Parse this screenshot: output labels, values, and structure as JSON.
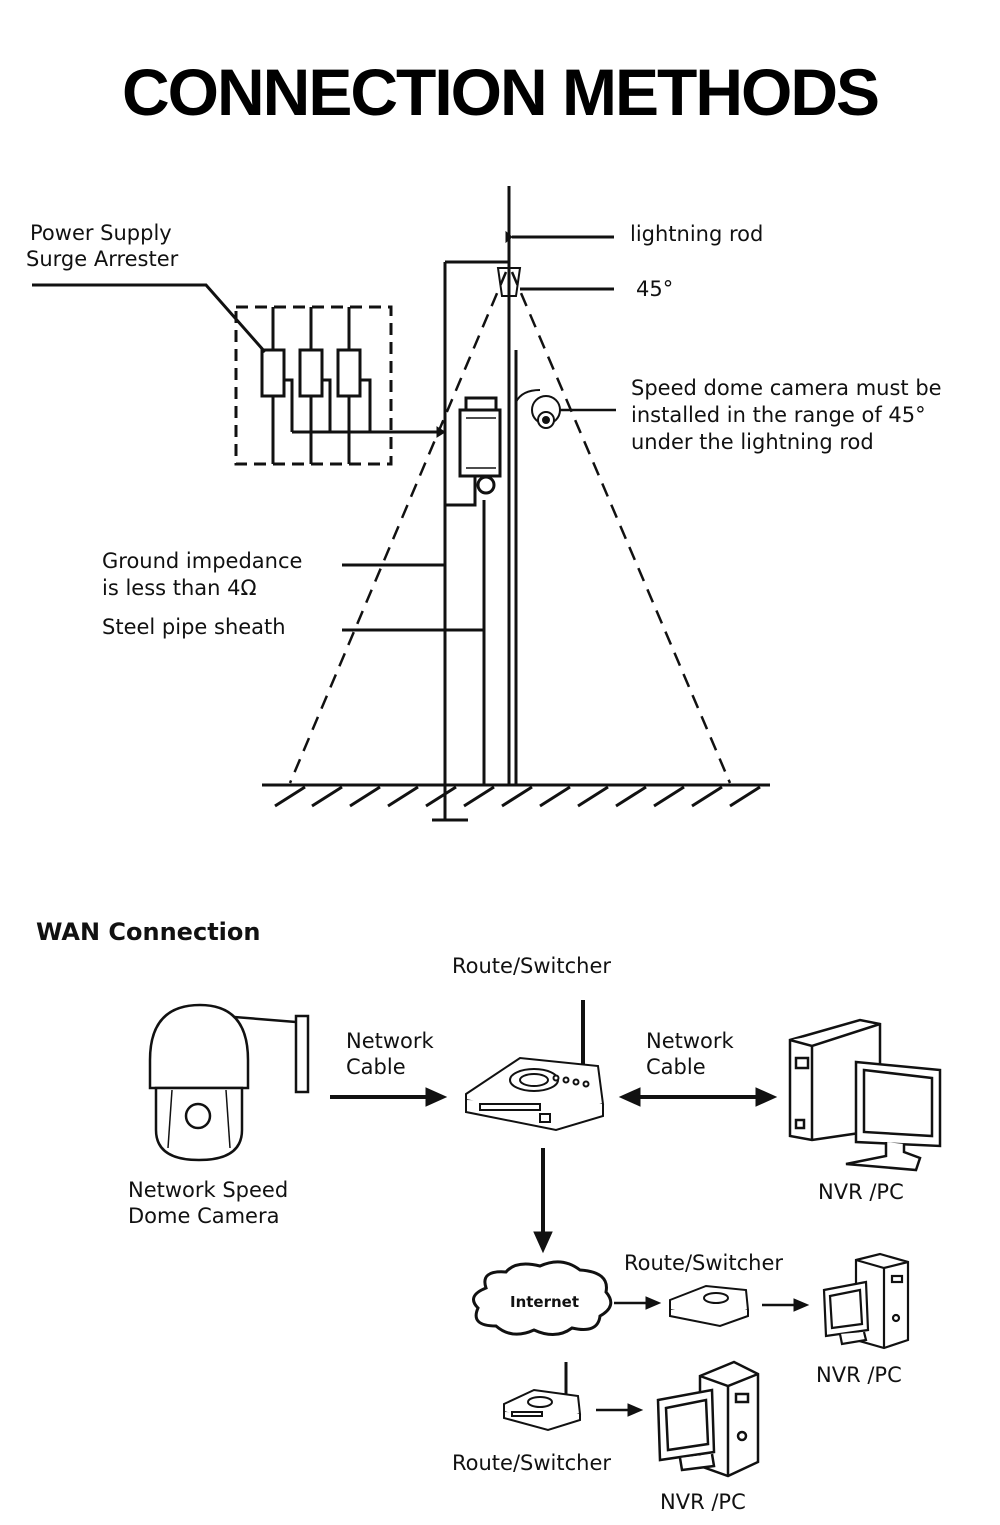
{
  "title": "CONNECTION METHODS",
  "lightning": {
    "surge_arrester_line1": "Power Supply",
    "surge_arrester_line2": "Surge Arrester",
    "lightning_rod": "lightning rod",
    "angle": "45°",
    "camera_note_line1": "Speed dome camera must be",
    "camera_note_line2": "installed in the range of 45°",
    "camera_note_line3": "under the lightning rod",
    "ground_line1": "Ground impedance",
    "ground_line2": "is less than 4Ω",
    "steel_pipe": "Steel pipe sheath"
  },
  "wan": {
    "section_title": "WAN Connection",
    "router_top": "Route/Switcher",
    "cable_left_line1": "Network",
    "cable_left_line2": "Cable",
    "cable_right_line1": "Network",
    "cable_right_line2": "Cable",
    "camera_line1": "Network Speed",
    "camera_line2": "Dome Camera",
    "nvr_top": "NVR /PC",
    "internet": "Internet",
    "router_mid": "Route/Switcher",
    "nvr_mid": "NVR /PC",
    "router_bottom": "Route/Switcher",
    "nvr_bottom": "NVR /PC"
  }
}
